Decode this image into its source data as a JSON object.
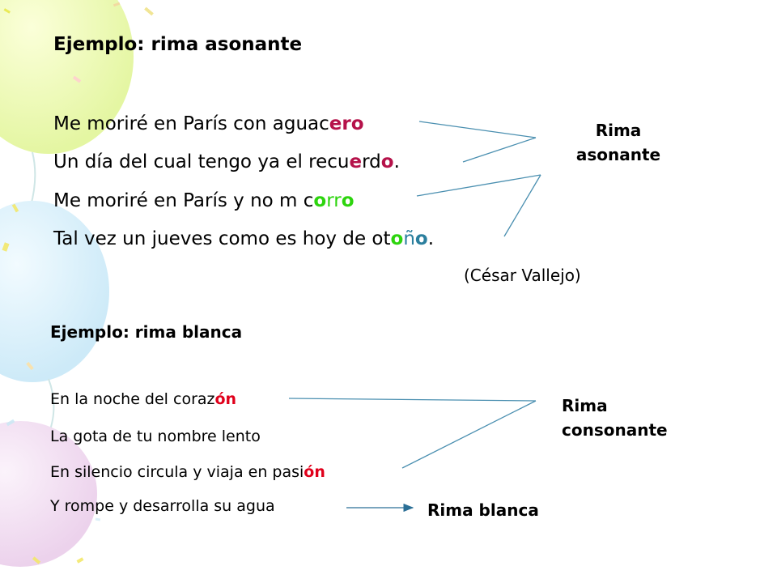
{
  "colors": {
    "rhyme_dark_red": "#b5124a",
    "rhyme_teal": "#2b7f9e",
    "rhyme_green": "#2dd40e",
    "rhyme_red": "#e0001b",
    "connector_line": "#4a8fb0"
  },
  "section1": {
    "title": "Ejemplo: rima asonante",
    "verses": [
      {
        "plain": "Me moriré en París con aguac",
        "hl": "er",
        "mid": "",
        "hl2": "o",
        "end": ""
      },
      {
        "plain": "Un día del cual tengo ya el recu",
        "hl": "e",
        "mid": "rd",
        "hl2": "o",
        "end": "."
      },
      {
        "plain": "Me moriré en París y no m c",
        "hl": "o",
        "mid": "rr",
        "hl2": "o",
        "end": ""
      },
      {
        "plain": "Tal vez un jueves como es hoy de ot",
        "hl": "o",
        "mid": "ñ",
        "hl2": "o",
        "end": "."
      }
    ],
    "credit": "(César Vallejo)",
    "label": [
      "Rima",
      "asonante"
    ]
  },
  "section2": {
    "title": "Ejemplo: rima blanca",
    "verses": [
      {
        "plain": "En la noche del coraz",
        "hl": "ón"
      },
      {
        "plain": "La gota de tu nombre lento",
        "hl": ""
      },
      {
        "plain": "En silencio circula y viaja en pasi",
        "hl": "ón"
      },
      {
        "plain": "Y rompe y desarrolla su agua",
        "hl": ""
      }
    ],
    "label_consonante": [
      "Rima",
      "consonante"
    ],
    "label_blanca": "Rima blanca"
  }
}
